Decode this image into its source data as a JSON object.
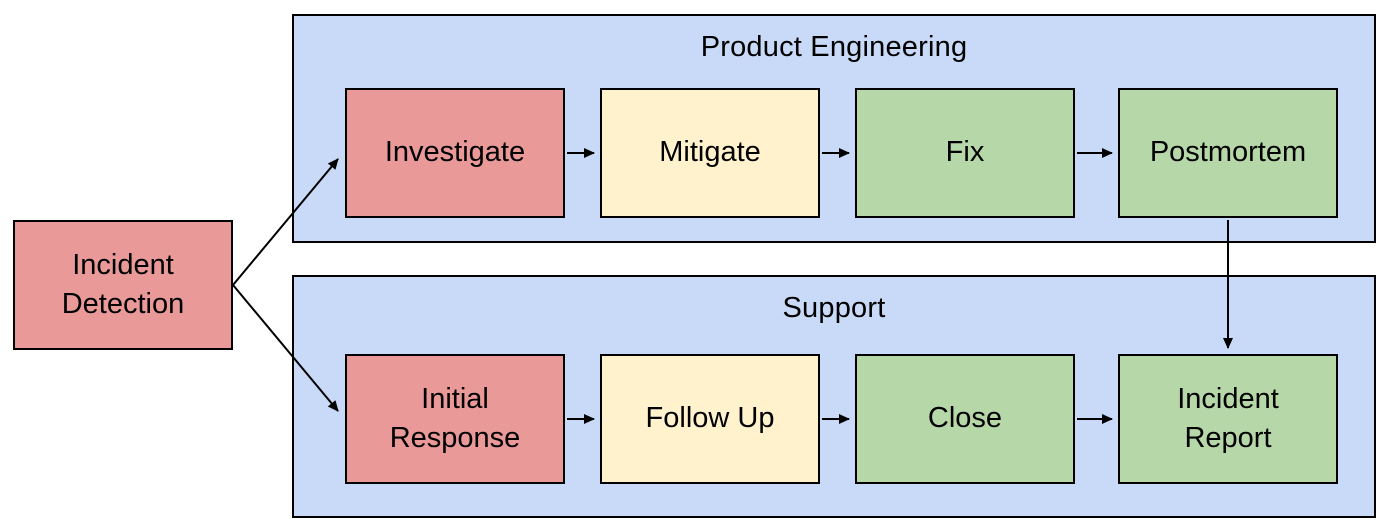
{
  "diagram": {
    "background_color": "#ffffff",
    "border_color": "#000000",
    "connector_color": "#000000",
    "start_node": {
      "label": "Incident\nDetection",
      "color": "#ea9999"
    },
    "lanes": [
      {
        "title": "Product Engineering",
        "fill": "#c9daf8",
        "nodes": [
          {
            "label": "Investigate",
            "color": "#ea9999"
          },
          {
            "label": "Mitigate",
            "color": "#fff2cc"
          },
          {
            "label": "Fix",
            "color": "#b6d7a8"
          },
          {
            "label": "Postmortem",
            "color": "#b6d7a8"
          }
        ]
      },
      {
        "title": "Support",
        "fill": "#c9daf8",
        "nodes": [
          {
            "label": "Initial\nResponse",
            "color": "#ea9999"
          },
          {
            "label": "Follow Up",
            "color": "#fff2cc"
          },
          {
            "label": "Close",
            "color": "#b6d7a8"
          },
          {
            "label": "Incident\nReport",
            "color": "#b6d7a8"
          }
        ]
      }
    ],
    "connections": [
      "Incident Detection -> Investigate",
      "Incident Detection -> Initial Response",
      "Investigate -> Mitigate",
      "Mitigate -> Fix",
      "Fix -> Postmortem",
      "Initial Response -> Follow Up",
      "Follow Up -> Close",
      "Close -> Incident Report",
      "Postmortem -> Incident Report"
    ]
  }
}
